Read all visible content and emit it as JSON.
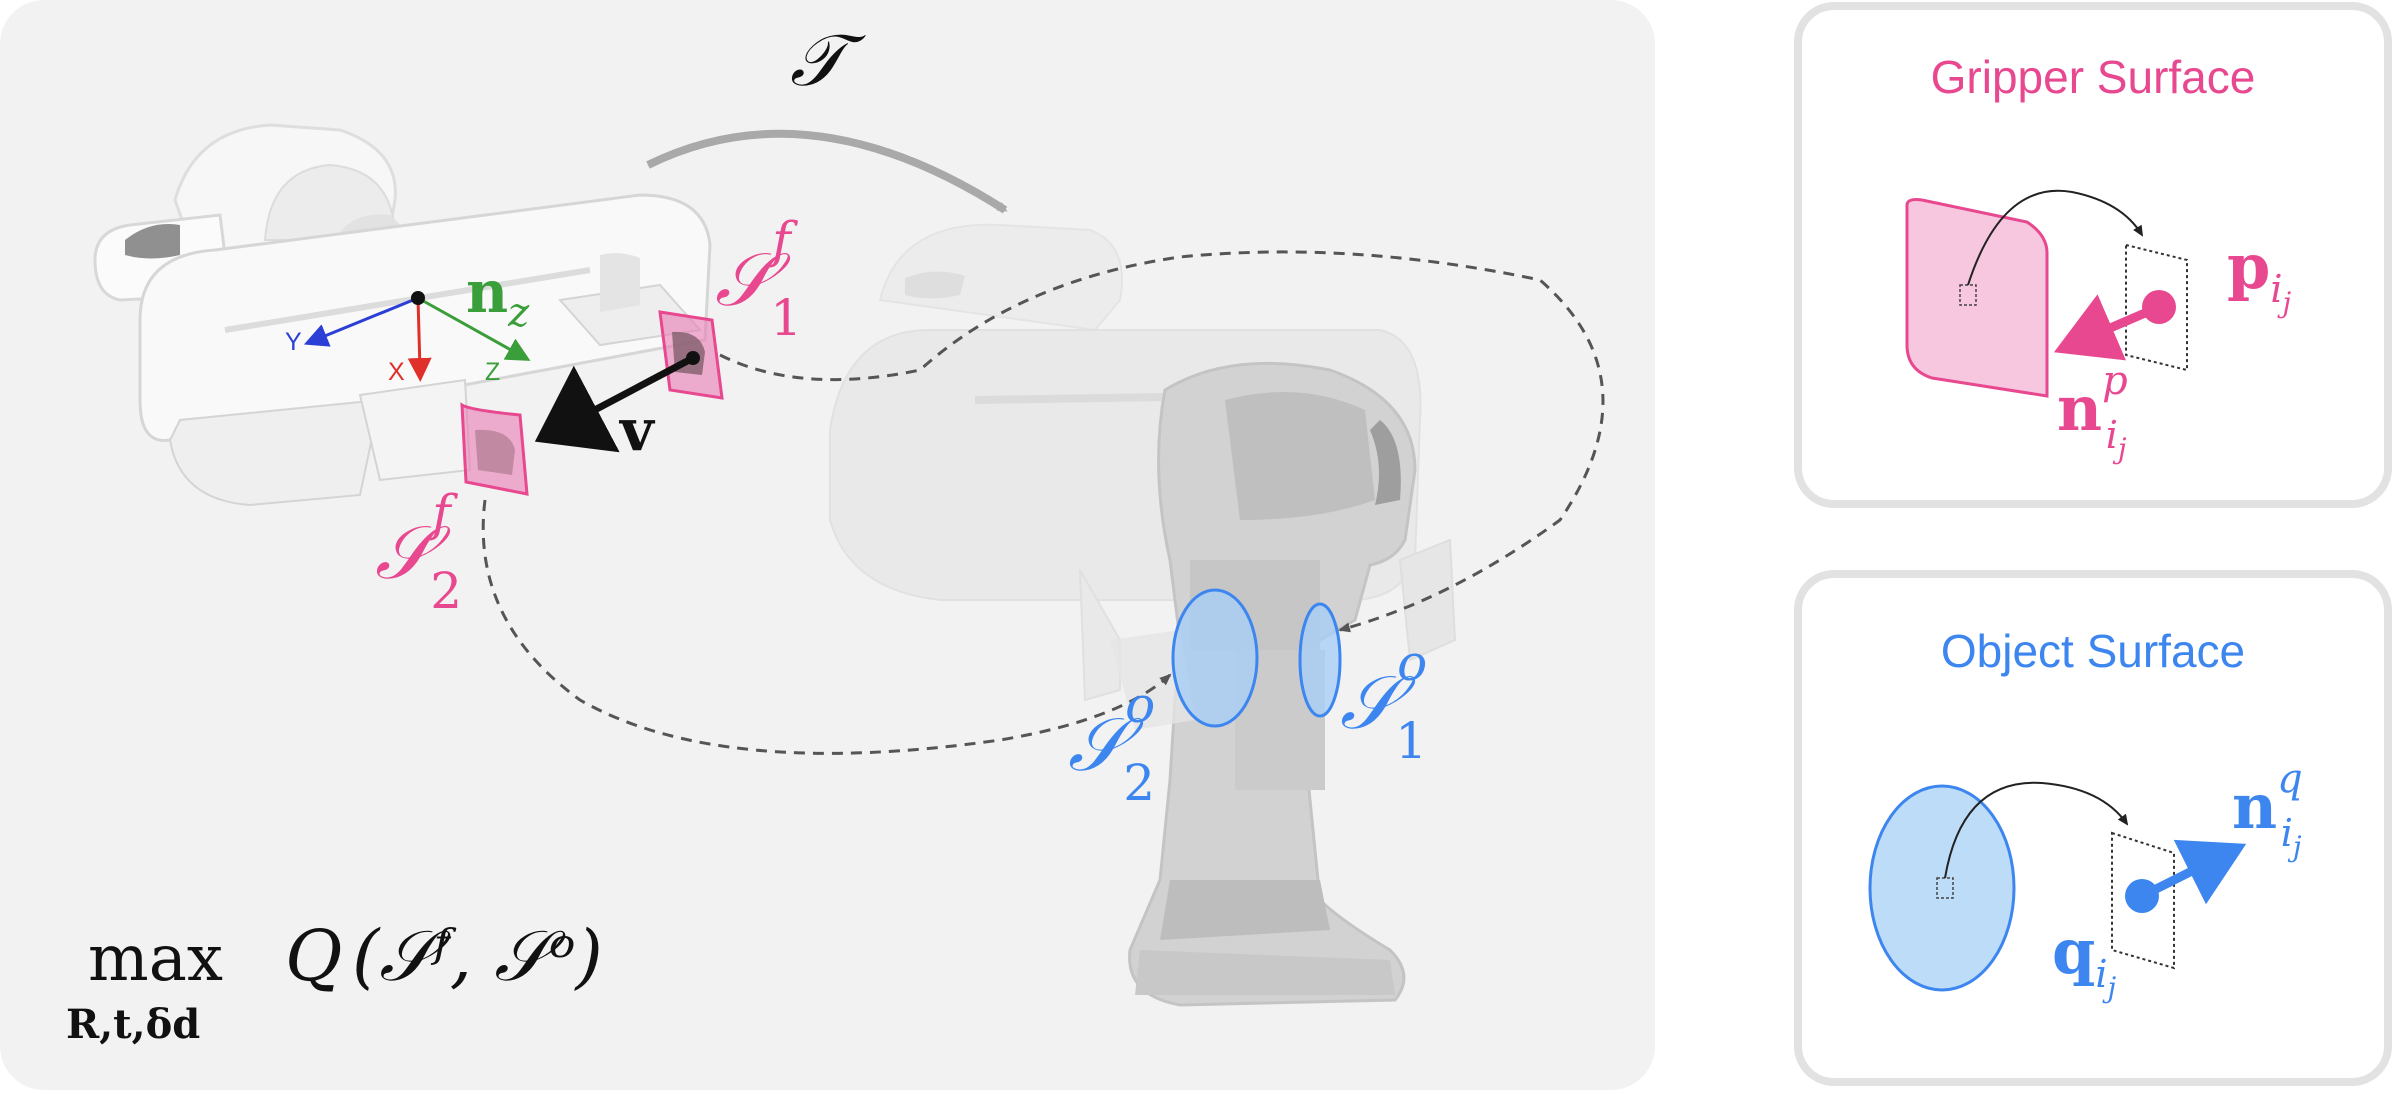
{
  "colors": {
    "gripper_pink": "#e8488f",
    "object_blue": "#3d86ef",
    "panel_bg": "#f2f2f2",
    "axis_x": "#e0302a",
    "axis_y": "#2b3fd6",
    "axis_z": "#3a9e3a"
  },
  "main": {
    "transform_symbol": "𝒯",
    "objective": {
      "max": "max",
      "max_subscript": "R,t,δd",
      "function": "Q",
      "args": "(𝒮ᶠ, 𝒮ᵒ)"
    },
    "gripper": {
      "axis_x_label": "X",
      "axis_y_label": "Y",
      "axis_z_label": "Z",
      "normal_label": "n",
      "normal_sub": "z",
      "approach_label": "v",
      "surface_1": "𝒮",
      "surface_1_sub": "1",
      "surface_1_sup": "f",
      "surface_2": "𝒮",
      "surface_2_sub": "2",
      "surface_2_sup": "f"
    },
    "object": {
      "surface_1": "𝒮",
      "surface_1_sub": "1",
      "surface_1_sup": "o",
      "surface_2": "𝒮",
      "surface_2_sub": "2",
      "surface_2_sup": "o"
    }
  },
  "gripper_card": {
    "title": "Gripper Surface",
    "point_label": "p",
    "point_sub": "i",
    "point_subsub": "j",
    "normal_label": "n",
    "normal_sup": "p",
    "normal_sub": "i",
    "normal_subsub": "j"
  },
  "object_card": {
    "title": "Object Surface",
    "point_label": "q",
    "point_sub": "i",
    "point_subsub": "j",
    "normal_label": "n",
    "normal_sup": "q",
    "normal_sub": "i",
    "normal_subsub": "j"
  }
}
